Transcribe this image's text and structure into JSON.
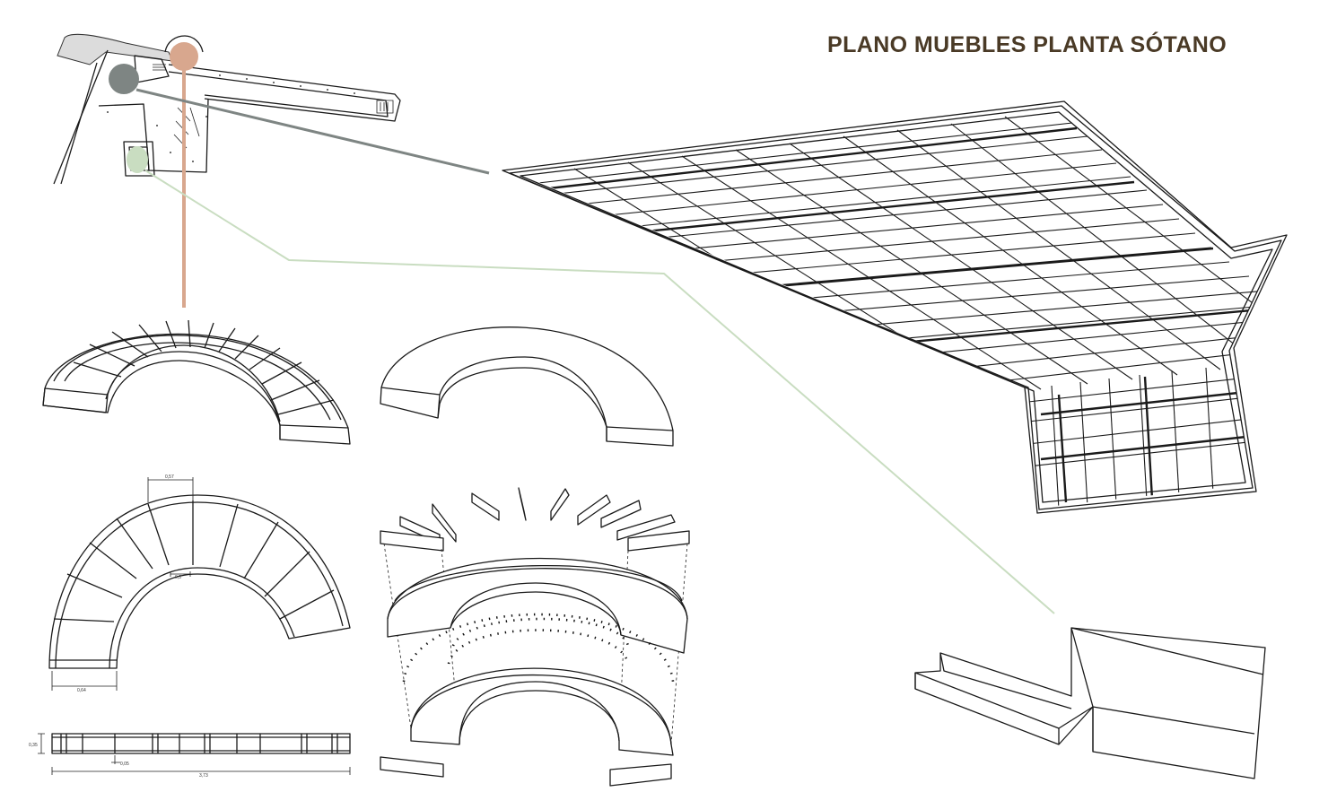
{
  "title": "PLANO MUEBLES PLANTA SÓTANO",
  "colors": {
    "title": "#4a3a26",
    "marker_circular_bench": "#d8a78e",
    "marker_grid_shelving": "#7e8583",
    "marker_stepped_bench": "#c9ddc1",
    "site_plan_fill": "#dcdcdc"
  },
  "dimensions": {
    "plan_top": "0,57",
    "plan_inner": "0,3",
    "plan_width": "0,64",
    "elevation_height": "0,35",
    "elevation_small": "0,05",
    "elevation_total": "3,73"
  }
}
